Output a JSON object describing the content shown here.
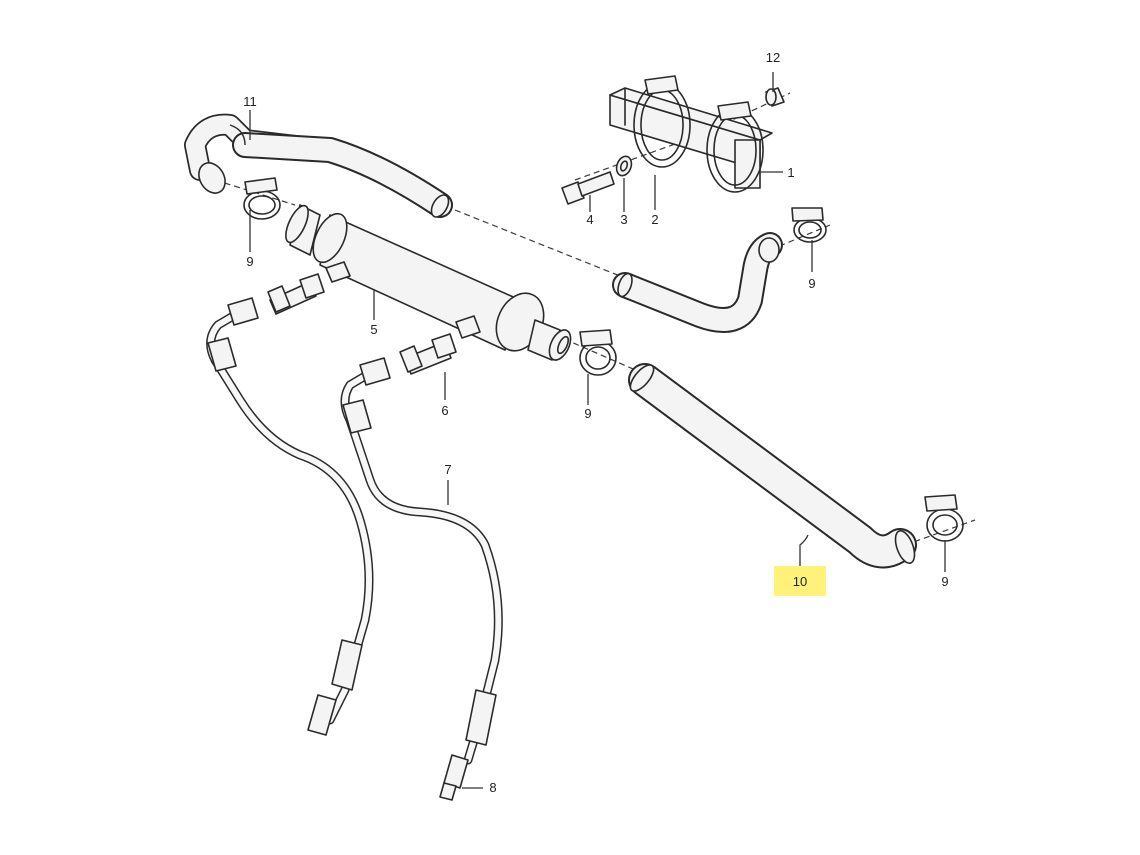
{
  "callouts": {
    "c1": "1",
    "c2": "2",
    "c3": "3",
    "c4": "4",
    "c5": "5",
    "c6": "6",
    "c7": "7",
    "c8": "8",
    "c9a": "9",
    "c9b": "9",
    "c9c": "9",
    "c9d": "9",
    "c10": "10",
    "c11": "11",
    "c12": "12"
  },
  "highlight_color": "#fff27a"
}
